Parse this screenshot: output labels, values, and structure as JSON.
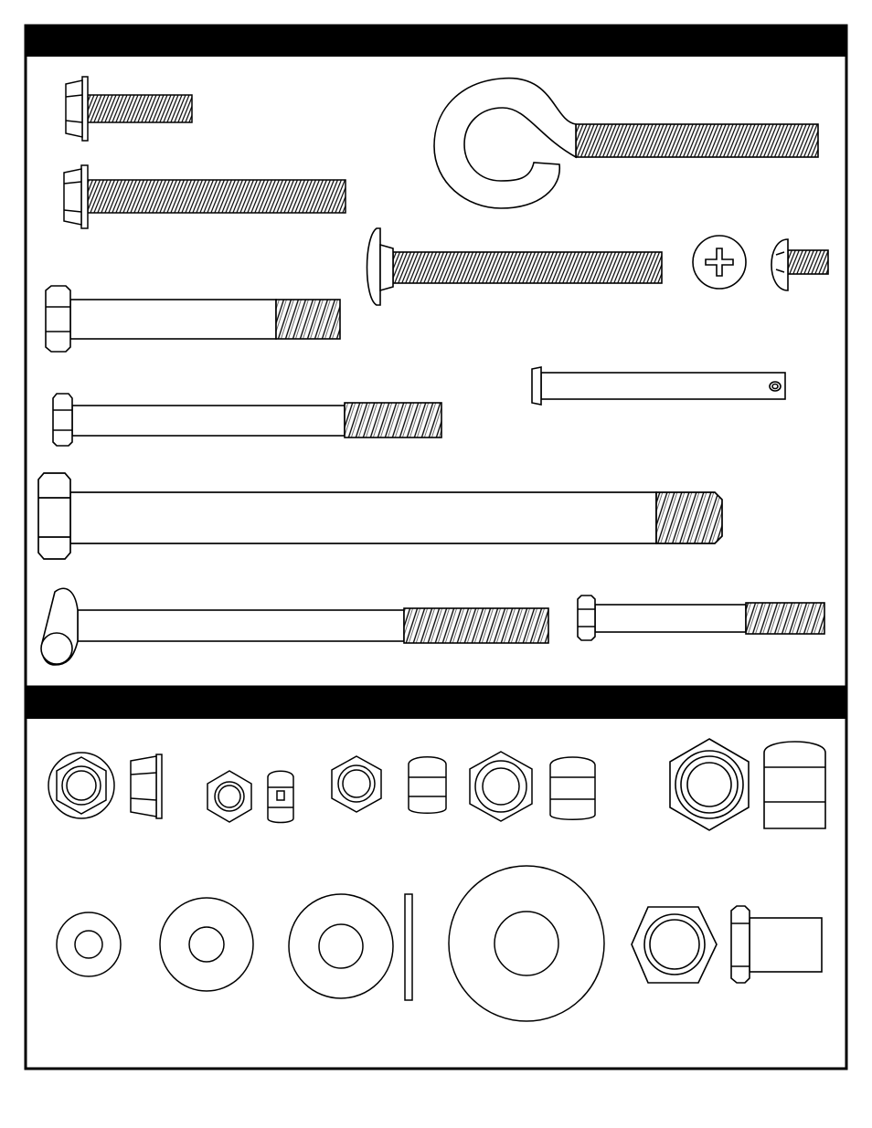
{
  "sections": {
    "bolts": {
      "header": ""
    },
    "nuts_washers": {
      "header": ""
    }
  },
  "colors": {
    "ink": "#000000",
    "paper": "#ffffff"
  },
  "parts": {
    "bolts": [
      "flange-bolt-short",
      "flange-bolt-long",
      "eye-bolt",
      "carriage-bolt",
      "phillips-pan-head-screw",
      "hex-bolt-medium",
      "clevis-pin",
      "hex-bolt-long-thin",
      "hex-bolt-large",
      "j-bolt",
      "hex-bolt-small"
    ],
    "nuts": [
      "flange-nut",
      "small-lock-nut",
      "lock-nut-medium-a",
      "lock-nut-medium-b",
      "large-lock-nut"
    ],
    "washers": [
      "small-washer",
      "medium-washer",
      "large-washer",
      "extra-large-washer"
    ],
    "spacers": [
      "hex-spacer"
    ]
  }
}
